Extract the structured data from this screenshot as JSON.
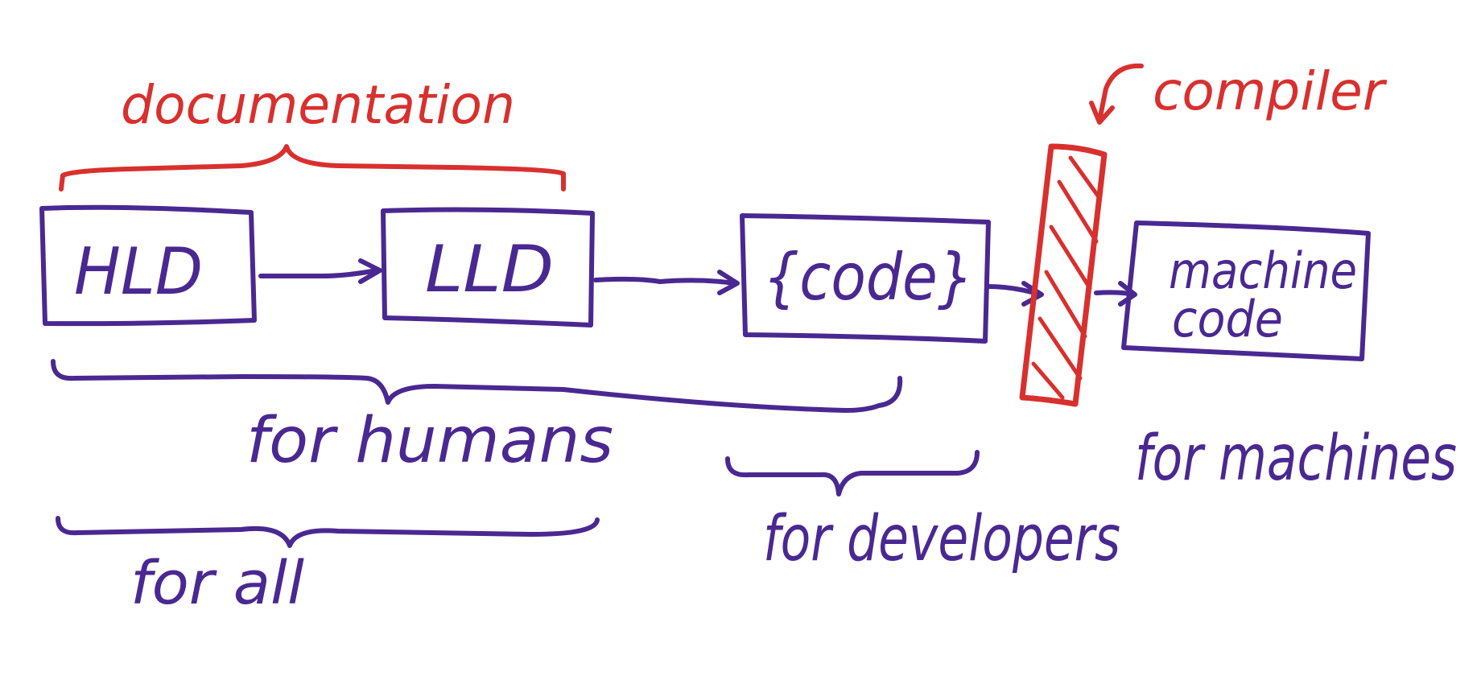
{
  "colors": {
    "background": "#ffffff",
    "primary_ink": "#4a2891",
    "accent_ink": "#d8302e"
  },
  "annotations": {
    "documentation": "documentation",
    "compiler": "compiler"
  },
  "nodes": {
    "hld": "HLD",
    "lld": "LLD",
    "code": "{code}",
    "machine_code_line1": "machine",
    "machine_code_line2": "code"
  },
  "groups": {
    "for_humans": "for humans",
    "for_all": "for all",
    "for_developers": "for developers",
    "for_machines": "for machines"
  }
}
